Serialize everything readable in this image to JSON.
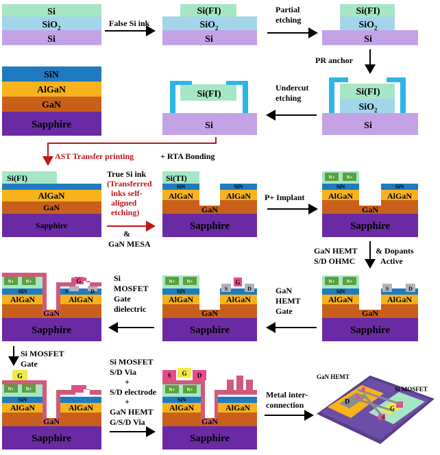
{
  "colors": {
    "si_fi": "#a6e6c6",
    "sio2": "#a3d5ea",
    "si": "#c3a3e6",
    "sin": "#1f7ac0",
    "algan": "#f7b21c",
    "gan": "#c8601c",
    "sapphire": "#6a2aa4",
    "anchor": "#2eb5e8",
    "n_plus": "#5aa03c",
    "gate_dielectric": "#d05a7a",
    "contact": "#b0b4ba",
    "gate": "#e94b8a",
    "red_text": "#c0141b",
    "gate_via": "#f1e94a"
  },
  "layers": {
    "si": "Si",
    "sio2": "SiO2",
    "si_fi": "Si(FI)",
    "si_ti": "Si(TI)",
    "sin": "SiN",
    "algan": "AlGaN",
    "gan": "GaN",
    "sapphire": "Sapphire",
    "n_plus": "N+",
    "gate": "G",
    "source": "S",
    "drain": "D"
  },
  "steps": {
    "false_si_ink": "False Si ink",
    "partial_etching_1": "Partial",
    "partial_etching_2": "etching",
    "pr_anchor": "PR anchor",
    "undercut_1": "Undercut",
    "undercut_2": "etching",
    "ast_transfer": "AST Transfer printing",
    "rta_bonding": "+ RTA Bonding",
    "true_si_ink": "True Si ink",
    "transferred_1": "(Transferred",
    "transferred_2": "inks self-",
    "transferred_3": "aligned",
    "transferred_4": "etching)",
    "amp": "&",
    "gan_mesa": "GaN MESA",
    "p_implant": "P+ Implant",
    "hemt_ohmc_1": "GaN HEMT",
    "hemt_ohmc_2": "S/D OHMC",
    "dopants_1": "& Dopants",
    "dopants_2": "Active",
    "mos_gate_diel_1": "Si",
    "mos_gate_diel_2": "MOSFET",
    "mos_gate_diel_3": "Gate",
    "mos_gate_diel_4": "dielectric",
    "hemt_gate_1": "GaN",
    "hemt_gate_2": "HEMT",
    "hemt_gate_3": "Gate",
    "mos_gate_1": "Si MOSFET",
    "mos_gate_2": "Gate",
    "vias_1": "Si MOSFET",
    "vias_2": "S/D Via",
    "vias_3": "+",
    "vias_4": "S/D electrode",
    "vias_5": "+",
    "vias_6": "GaN HEMT",
    "vias_7": "G/S/D Via",
    "metal_1": "Metal inter-",
    "metal_2": "connection"
  },
  "final_device": {
    "hemt_label": "GaN HEMT",
    "mosfet_label": "Si MOSFET",
    "d": "D",
    "s": "S",
    "g": "G"
  }
}
